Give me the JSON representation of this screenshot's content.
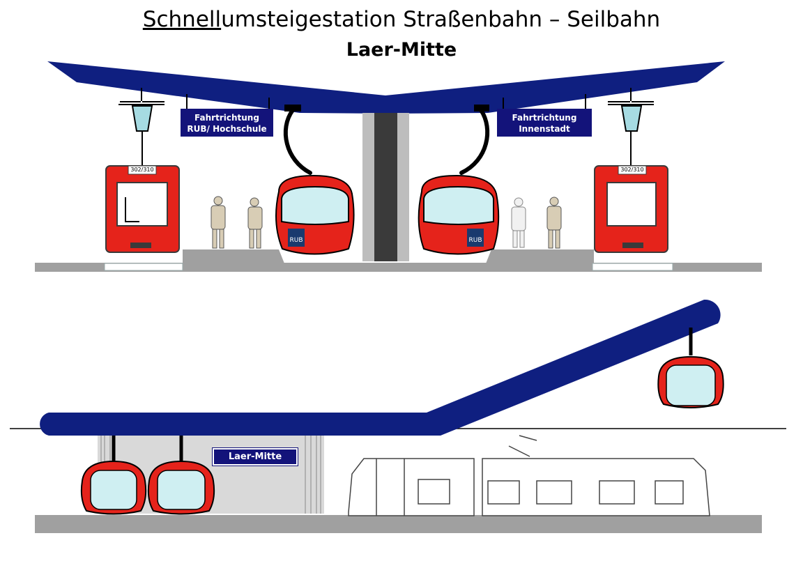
{
  "title": {
    "underlined": "Schnell",
    "rest": "umsteigestation Straßenbahn – Seilbahn",
    "station": "Laer-Mitte"
  },
  "signs": {
    "rub_line1": "Fahrtrichtung",
    "rub_line2": "RUB/ Hochschule",
    "city_line1": "Fahrtrichtung",
    "city_line2": "Innenstadt",
    "station_sign": "Laer-Mitte"
  },
  "tram": {
    "route_display": "302/310"
  },
  "gondola": {
    "logo": "RUB"
  },
  "colors": {
    "roof_blue": "#0f1f80",
    "sign_blue": "#13137a",
    "gondola_red": "#e5231b",
    "window_blue": "#cfeff2",
    "platform_gray": "#a0a0a0",
    "pillar_dark": "#3a3a3a",
    "pillar_light": "#bdbdbd"
  }
}
